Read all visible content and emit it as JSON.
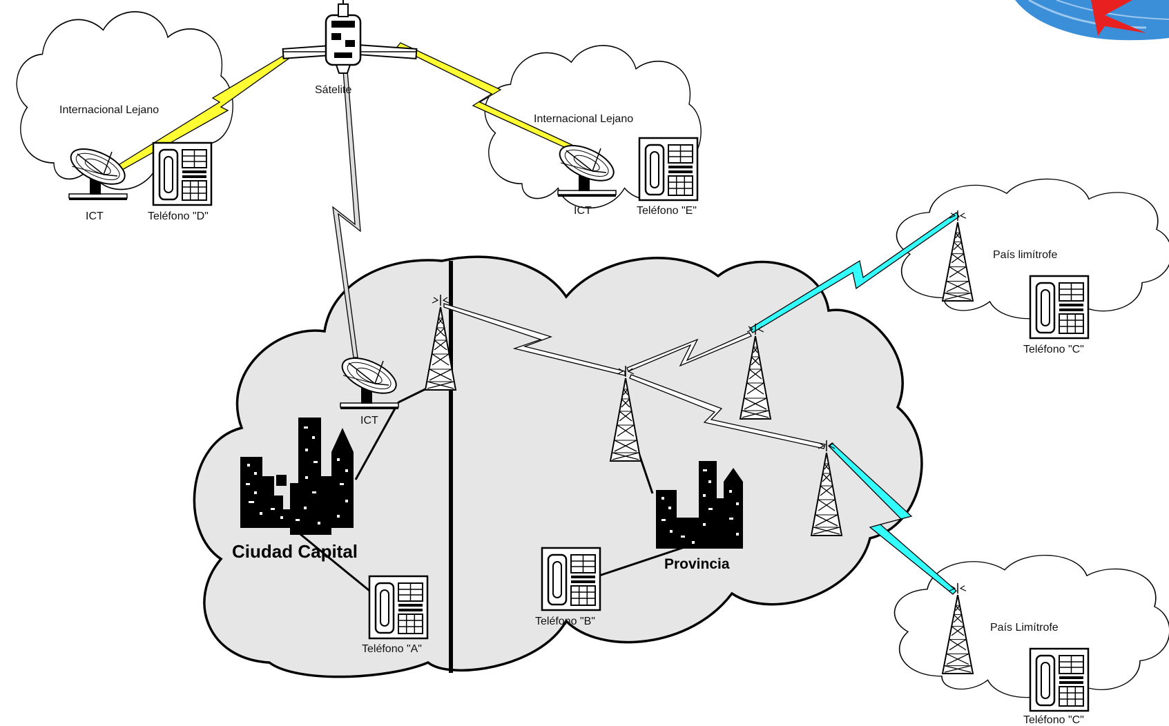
{
  "labels": {
    "satellite": "Sátelite",
    "intl_left": "Internacional Lejano",
    "intl_right": "Internacional Lejano",
    "ict_left": "ICT",
    "ict_right": "ICT",
    "ict_capital": "ICT",
    "phone_d": "Teléfono \"D\"",
    "phone_e": "Teléfono \"E\"",
    "pais_top": "País limítrofe",
    "phone_c_top": "Teléfono \"C\"",
    "pais_bottom": "País Limítrofe",
    "phone_c_bottom": "Teléfono \"C\"",
    "capital": "Ciudad Capital",
    "provincia": "Provincia",
    "phone_a": "Teléfono \"A\"",
    "phone_b": "Teléfono \"B\""
  },
  "colors": {
    "main_cloud_fill": "#e6e6e6",
    "satellite_link": "#ffff33",
    "border_link": "#33ffff",
    "vertical_link": "#dcdcdc",
    "logo_blue": "#3a8fd8",
    "logo_red": "#e82020"
  },
  "icons": [
    "satellite-icon",
    "dish-antenna-icon",
    "phone-icon",
    "radio-tower-icon",
    "city-skyline-icon",
    "logo-icon"
  ]
}
